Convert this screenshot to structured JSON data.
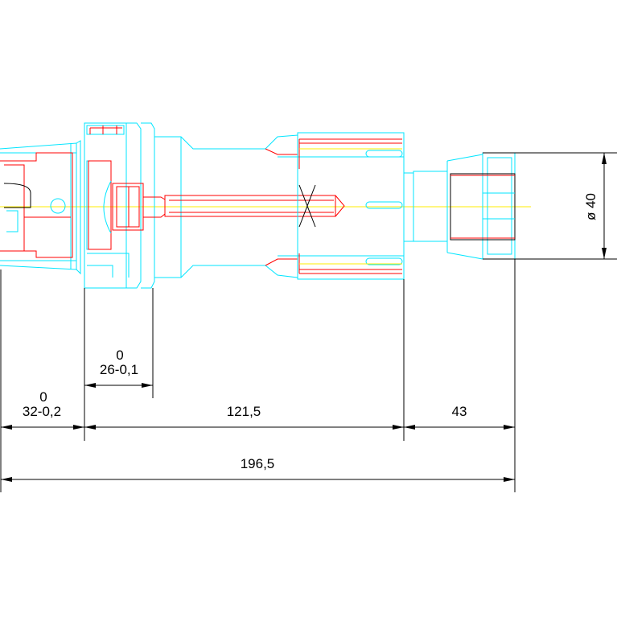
{
  "dimensions": {
    "d1": {
      "upper": "0",
      "lower": "32-0,2"
    },
    "d2": {
      "upper": "0",
      "lower": "26-0,1"
    },
    "d3": {
      "value": "121,5"
    },
    "d4": {
      "value": "43"
    },
    "d5": {
      "value": "196,5"
    },
    "d6": {
      "value": "ø 40"
    }
  },
  "colors": {
    "outline": "#00e5ff",
    "detail": "#ff0000",
    "centerline": "#ffee00",
    "dimension": "#000000"
  }
}
